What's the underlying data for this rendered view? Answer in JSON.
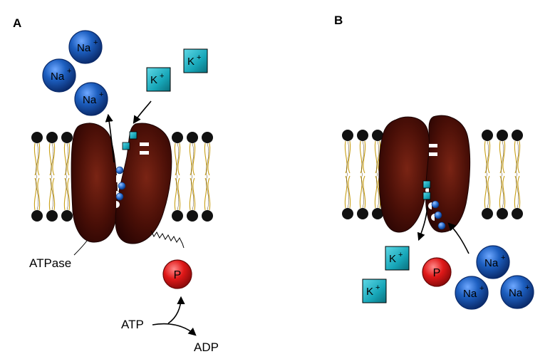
{
  "panels": {
    "a": {
      "label": "A",
      "enzyme_label": "ATPase",
      "phosphate_label": "P",
      "atp_label": "ATP",
      "adp_label": "ADP",
      "sodium_ions": [
        {
          "element": "Na",
          "charge": "+"
        },
        {
          "element": "Na",
          "charge": "+"
        },
        {
          "element": "Na",
          "charge": "+"
        }
      ],
      "potassium_ions": [
        {
          "element": "K",
          "charge": "+"
        },
        {
          "element": "K",
          "charge": "+"
        }
      ]
    },
    "b": {
      "label": "B",
      "phosphate_label": "P",
      "sodium_ions": [
        {
          "element": "Na",
          "charge": "+"
        },
        {
          "element": "Na",
          "charge": "+"
        },
        {
          "element": "Na",
          "charge": "+"
        }
      ],
      "potassium_ions": [
        {
          "element": "K",
          "charge": "+"
        },
        {
          "element": "K",
          "charge": "+"
        }
      ]
    }
  },
  "colors": {
    "protein": "#3a0a05",
    "protein_highlight": "#7a2414",
    "sodium": "#1d5fc0",
    "sodium_dark": "#0c2f72",
    "potassium": "#17a6b8",
    "phosphate": "#e01818",
    "lipid_head": "#111111",
    "lipid_tail": "#c9a018"
  },
  "icons": {
    "sodium": "sodium-ion-icon",
    "potassium": "potassium-ion-icon",
    "phosphate": "phosphate-icon",
    "lipid": "phospholipid-icon"
  }
}
